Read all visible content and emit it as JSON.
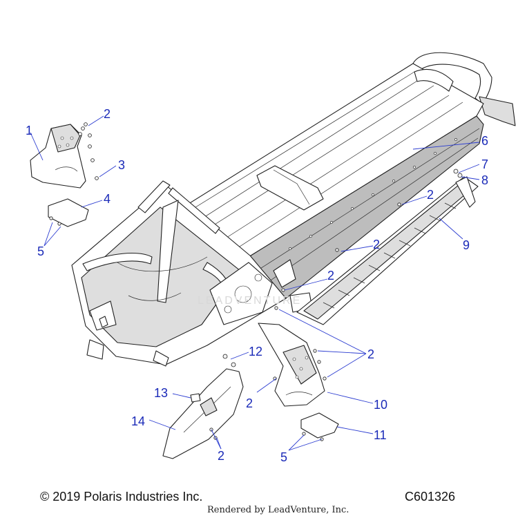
{
  "copyright": "© 2019 Polaris Industries Inc.",
  "diagram_code": "C601326",
  "rendered_by": "Rendered by LeadVenture, Inc.",
  "watermark": "LEADVENTURE",
  "callouts": [
    {
      "id": "c1",
      "label": "1"
    },
    {
      "id": "c2a",
      "label": "2"
    },
    {
      "id": "c3",
      "label": "3"
    },
    {
      "id": "c4",
      "label": "4"
    },
    {
      "id": "c5a",
      "label": "5"
    },
    {
      "id": "c6",
      "label": "6"
    },
    {
      "id": "c7",
      "label": "7"
    },
    {
      "id": "c8",
      "label": "8"
    },
    {
      "id": "c2b",
      "label": "2"
    },
    {
      "id": "c9",
      "label": "9"
    },
    {
      "id": "c2c",
      "label": "2"
    },
    {
      "id": "c2d",
      "label": "2"
    },
    {
      "id": "c2e",
      "label": "2"
    },
    {
      "id": "c12",
      "label": "12"
    },
    {
      "id": "c2f",
      "label": "2"
    },
    {
      "id": "c13",
      "label": "13"
    },
    {
      "id": "c10",
      "label": "10"
    },
    {
      "id": "c14",
      "label": "14"
    },
    {
      "id": "c11",
      "label": "11"
    },
    {
      "id": "c2g",
      "label": "2"
    },
    {
      "id": "c5b",
      "label": "5"
    }
  ]
}
